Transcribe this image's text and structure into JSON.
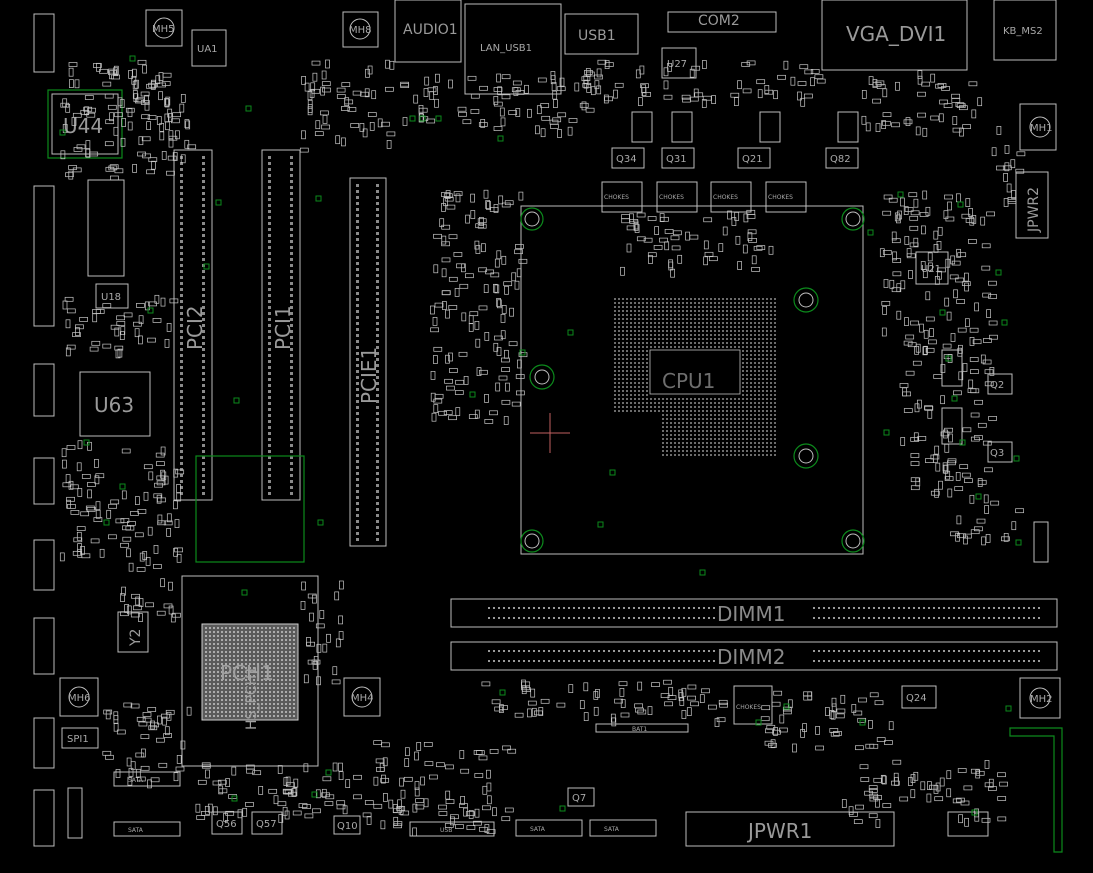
{
  "board": {
    "background": "#000000",
    "outline_color": "#bdbdbd",
    "trace_color": "#0c8a1c",
    "crosshair_color": "#c06060"
  },
  "labels": {
    "vga_dvi1": "VGA_DVI1",
    "kb_ms2": "KB_MS2",
    "com2": "COM2",
    "usb1": "USB1",
    "lan_usb1": "LAN_USB1",
    "audio1": "AUDIO1",
    "mh8": "MH8",
    "mh5": "MH5",
    "ua1": "UA1",
    "u44": "U44",
    "u63": "U63",
    "u18": "U18",
    "u27": "U27",
    "u21": "U21",
    "pci2": "PCI2",
    "pci1": "PCI1",
    "pcie1": "PCIE1",
    "cpu": "CPU1",
    "jpwr2": "JPWR2",
    "jpwr1": "JPWR1",
    "dimm1": "DIMM1",
    "dimm2": "DIMM2",
    "pch1": "PCH1",
    "hs_pch1": "HS_PCH1",
    "y2": "Y2",
    "spi1": "SPI1",
    "mh6": "MH6",
    "mh4": "MH4",
    "mh1": "MH1",
    "mh2": "MH2",
    "bat1": "BAT1",
    "q2": "Q2",
    "q3": "Q3",
    "q24": "Q24",
    "q56": "Q56",
    "q57": "Q57",
    "q10": "Q10",
    "q7": "Q7",
    "q34": "Q34",
    "q31": "Q31",
    "q21": "Q21",
    "q82": "Q82",
    "sata": "SATA",
    "chokes": "CHOKES",
    "usb": "USB"
  }
}
